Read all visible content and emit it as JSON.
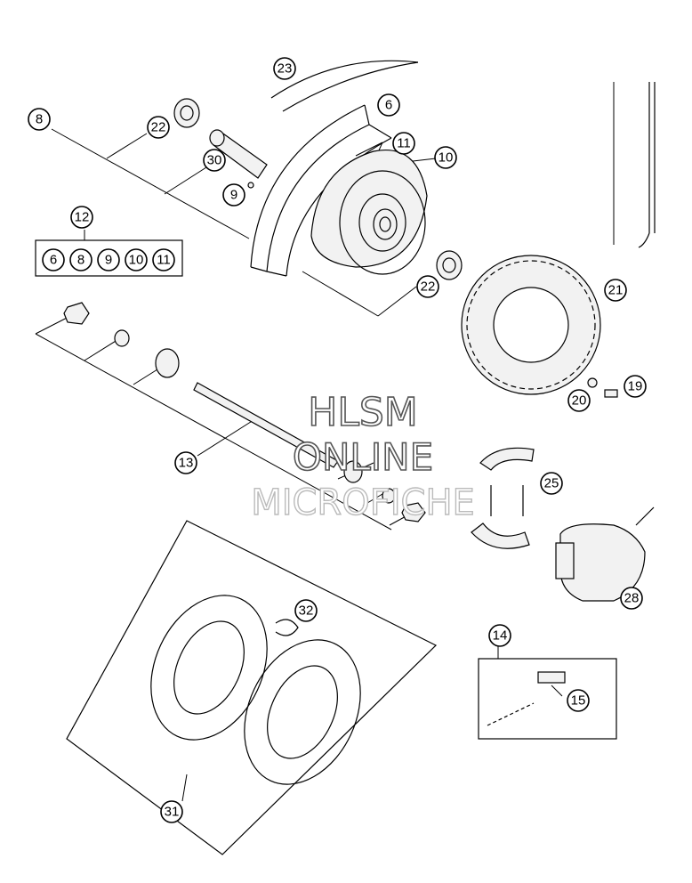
{
  "callouts": {
    "c23": "23",
    "c8": "8",
    "c22a": "22",
    "c6": "6",
    "c11": "11",
    "c10": "10",
    "c30": "30",
    "c9": "9",
    "c12": "12",
    "c22b": "22",
    "c21": "21",
    "c20": "20",
    "c19": "19",
    "c13": "13",
    "c25": "25",
    "c28": "28",
    "c32": "32",
    "c14": "14",
    "c15": "15",
    "c31": "31"
  },
  "kit_12_items": [
    "6",
    "8",
    "9",
    "10",
    "11"
  ],
  "watermark": {
    "line1": "HLSM",
    "line2": "ONLINE",
    "line3": "MICROFICHE"
  }
}
